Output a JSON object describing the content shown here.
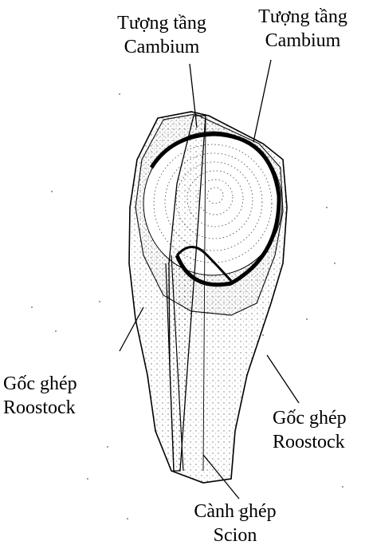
{
  "labels": {
    "cambium_left": {
      "line1": "Tượng tầng",
      "line2": "Cambium"
    },
    "cambium_right": {
      "line1": "Tượng tầng",
      "line2": "Cambium"
    },
    "rootstock_left": {
      "line1": "Gốc ghép",
      "line2": "Roostock"
    },
    "rootstock_right": {
      "line1": "Gốc ghép",
      "line2": "Roostock"
    },
    "scion": {
      "line1": "Cành ghép",
      "line2": "Scion"
    }
  },
  "colors": {
    "ink": "#000000",
    "background": "#ffffff"
  }
}
